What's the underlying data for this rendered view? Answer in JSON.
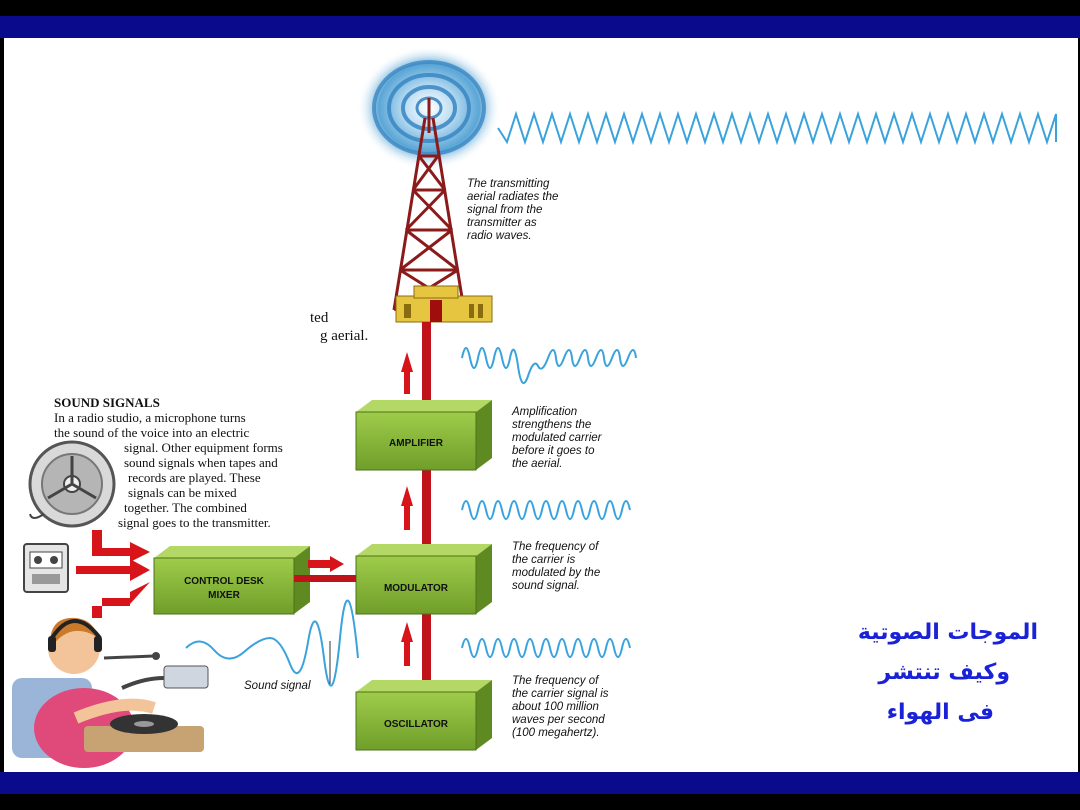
{
  "caption_ar": {
    "line1": "الموجات الصوتية",
    "line2": "وكيف تنتشر",
    "line3": "فى الهواء"
  },
  "fragment": {
    "line1": "ted",
    "line2": "g aerial."
  },
  "sound_signals": {
    "heading": "SOUND SIGNALS",
    "lines": [
      "In a radio studio, a microphone turns",
      "the sound of the voice into an electric",
      "signal. Other equipment forms",
      "sound signals when tapes and",
      "records are played. These",
      "signals can be mixed",
      "together. The combined",
      "signal goes to the transmitter."
    ]
  },
  "blocks": {
    "mixer_line1": "CONTROL DESK",
    "mixer_line2": "MIXER",
    "modulator": "MODULATOR",
    "amplifier": "AMPLIFIER",
    "oscillator": "OSCILLATOR"
  },
  "notes": {
    "aerial": "The transmitting\naerial radiates the\nsignal from the\ntransmitter as\nradio waves.",
    "amplification": "Amplification\nstrengthens the\nmodulated carrier\nbefore it goes to\nthe aerial.",
    "modulation": "The frequency of\nthe carrier is\nmodulated by the\nsound signal.",
    "oscillator": "The frequency of\nthe carrier signal is\nabout 100 million\nwaves per second\n(100 megahertz).",
    "sound_signal": "Sound signal"
  },
  "colors": {
    "frame": "#0a0a8c",
    "wave": "#3aa3dc",
    "box": "#8cbd3c",
    "arrow": "#d7141a",
    "tower": "#8b1a1a",
    "arabic_text": "#1a22d8"
  },
  "icons": [
    "radio-glow-icon",
    "transmitter-tower-icon",
    "reel-tape-icon",
    "cassette-icon",
    "announcer-illustration"
  ]
}
